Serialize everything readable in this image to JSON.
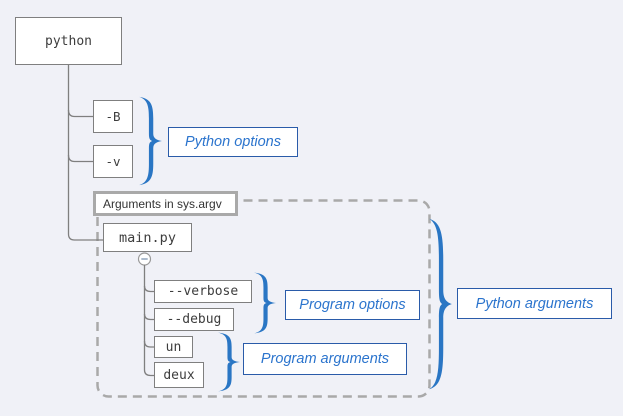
{
  "canvas": {
    "background": "#f0f1f7"
  },
  "colors": {
    "node_border": "#7f7f7f",
    "node_text": "#3d3d3d",
    "group_border": "#a9a9a9",
    "dashed_outline": "#a9a9a9",
    "connector_line": "#7f7f7f",
    "brace_blue": "#2a76c4",
    "callout_border": "#2a5ba9",
    "callout_text": "#2b74cd"
  },
  "tree": {
    "root": {
      "label": "python"
    },
    "options": [
      {
        "label": "-B"
      },
      {
        "label": "-v"
      }
    ],
    "argv_group": {
      "label": "Arguments in sys.argv"
    },
    "script": {
      "label": "main.py"
    },
    "program_options": [
      {
        "label": "--verbose"
      },
      {
        "label": "--debug"
      }
    ],
    "program_args": [
      {
        "label": "un"
      },
      {
        "label": "deux"
      }
    ]
  },
  "callouts": {
    "python_options": "Python options",
    "program_options": "Program options",
    "program_arguments": "Program arguments",
    "python_arguments": "Python arguments"
  },
  "icons": {
    "collapse": "minus-circle"
  }
}
